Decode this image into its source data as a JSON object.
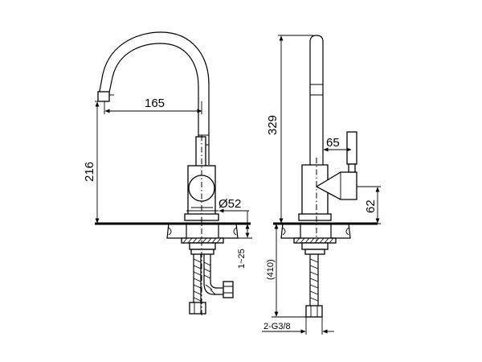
{
  "dimensions": {
    "spout_reach": "165",
    "spout_height": "216",
    "base_diameter": "Ø52",
    "deck_thickness": "1~25",
    "hose_length": "(410)",
    "total_height": "329",
    "lever_offset": "65",
    "lever_height": "62",
    "connection": "2-G3/8"
  }
}
